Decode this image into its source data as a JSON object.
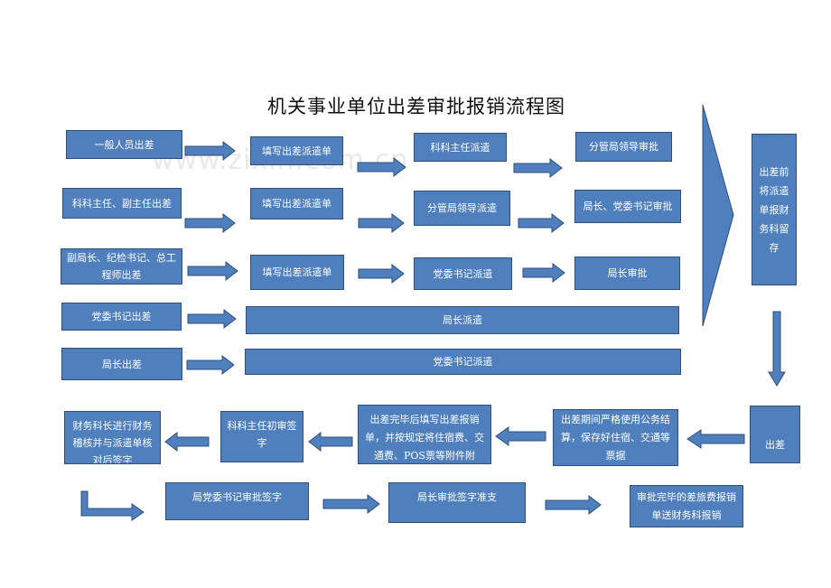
{
  "title": "机关事业单位出差审批报销流程图",
  "watermark": "www.zixin.com.cn",
  "colors": {
    "box_fill": "#4f7fbd",
    "box_border": "#2d4f7c",
    "box_text": "#ffffff"
  },
  "rows": {
    "r1": {
      "start": "一般人员出差",
      "step1": "填写出差派遣单",
      "step2": "科科主任派遣",
      "step3": "分管局领导审批"
    },
    "r2": {
      "start": "科科主任、副主任出差",
      "step1": "填写出差派遣单",
      "step2": "分管局领导派遣",
      "step3": "局长、党委书记审批"
    },
    "r3": {
      "start": "副局长、纪检书记、总工程师出差",
      "step1": "填写出差派遣单",
      "step2": "党委书记派遣",
      "step3": "局长审批"
    },
    "r4": {
      "start": "党委书记出差",
      "wide": "局长派遣"
    },
    "r5": {
      "start": "局长出差",
      "wide": "党委书记派遣"
    }
  },
  "keep": "出差前将派遣单报财务科留存",
  "trip": "出差",
  "flow_back": {
    "during": "出差期间严格使用公务结算，保存好住宿、交通等票据",
    "fill": "出差完毕后填写出差报销单，并按规定将住宿费、交通费、POS票等附件附",
    "chief_sign": "科科主任初审签字",
    "finance_check": "财务科长进行财务稽核并与派遣单核对后签字"
  },
  "flow_final": {
    "party_sign": "局党委书记审批签字",
    "director_sign": "局长审批签字准支",
    "submit": "审批完毕的差旅费报销单送财务科报销"
  }
}
